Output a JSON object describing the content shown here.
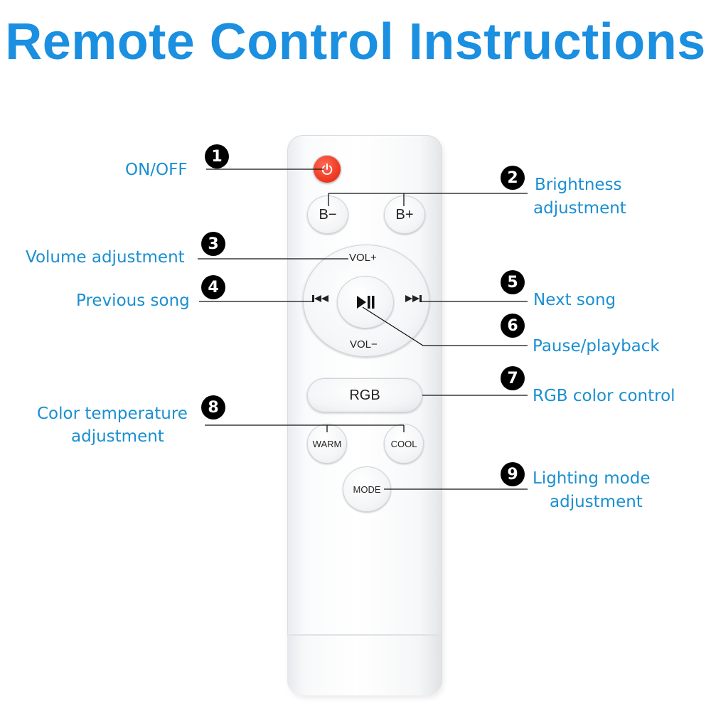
{
  "title": "Remote Control Instructions",
  "remote": {
    "buttons": {
      "b_minus": "B−",
      "b_plus": "B+",
      "vol_plus": "VOL+",
      "vol_minus": "VOL−",
      "prev": "⏮",
      "play_pause": "▶ǁ",
      "next": "⏭",
      "rgb": "RGB",
      "warm": "WARM",
      "cool": "COOL",
      "mode": "MODE"
    }
  },
  "callouts": [
    {
      "number": "1",
      "label": "ON/OFF"
    },
    {
      "number": "2",
      "label_line1": "Brightness",
      "label_line2": "adjustment"
    },
    {
      "number": "3",
      "label": "Volume adjustment"
    },
    {
      "number": "4",
      "label": "Previous song"
    },
    {
      "number": "5",
      "label": "Next song"
    },
    {
      "number": "6",
      "label": "Pause/playback"
    },
    {
      "number": "7",
      "label": "RGB color control"
    },
    {
      "number": "8",
      "label_line1": "Color temperature",
      "label_line2": "adjustment"
    },
    {
      "number": "9",
      "label_line1": "Lighting mode",
      "label_line2": "adjustment"
    }
  ],
  "colors": {
    "title": "#1b8fe0",
    "label": "#1a8fd0",
    "power_button": "#f03a22",
    "badge": "#000000"
  }
}
